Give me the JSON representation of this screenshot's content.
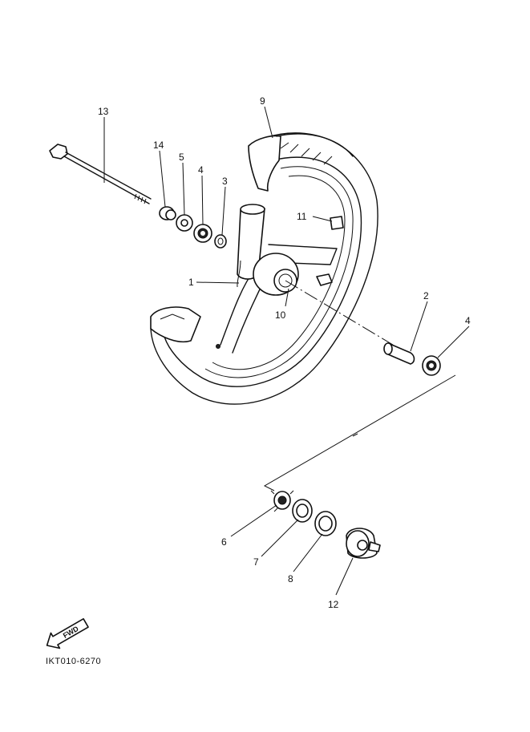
{
  "diagram": {
    "part_labels": [
      "13",
      "14",
      "5",
      "4",
      "3",
      "9",
      "11",
      "1",
      "10",
      "2",
      "4",
      "6",
      "7",
      "8",
      "12"
    ],
    "fwd_badge": "FWD",
    "figure_code": "IKT010-6270"
  }
}
